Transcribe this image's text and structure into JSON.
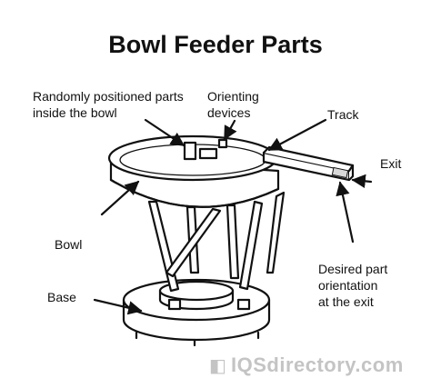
{
  "title": "Bowl Feeder Parts",
  "labels": {
    "random_parts_line1": "Randomly positioned parts",
    "random_parts_line2": "inside the bowl",
    "orienting_line1": "Orienting",
    "orienting_line2": "devices",
    "track": "Track",
    "exit": "Exit",
    "bowl": "Bowl",
    "base": "Base",
    "desired_line1": "Desired part",
    "desired_line2": "orientation",
    "desired_line3": "at the exit"
  },
  "watermark": {
    "brand": "IQSdirectory.com",
    "logo_glyph": "◧"
  },
  "colors": {
    "ink": "#111111",
    "background": "#ffffff",
    "watermark": "#c4c4c4",
    "part_fill": "#d8d8d8"
  }
}
